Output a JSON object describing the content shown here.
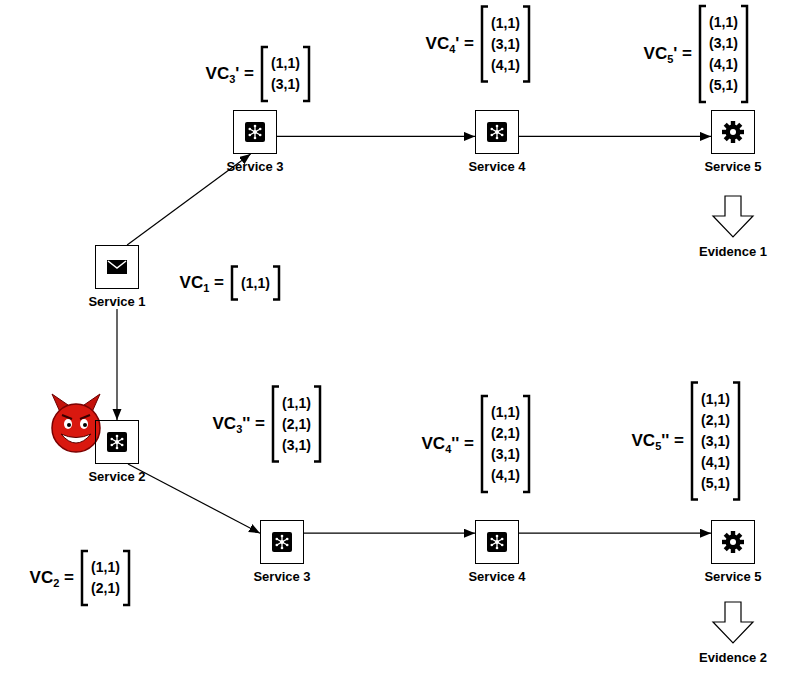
{
  "diagram": {
    "nodes": [
      {
        "text": [
          "Service 3"
        ]
      },
      {
        "text": [
          "Service 4"
        ]
      },
      {
        "text": [
          "Service 5"
        ]
      },
      {
        "text": [
          "Service 1"
        ]
      },
      {
        "text": [
          "Service 2"
        ]
      },
      {
        "text": [
          "Service 3"
        ]
      },
      {
        "text": [
          "Service 4"
        ]
      },
      {
        "text": [
          "Service 5"
        ]
      }
    ],
    "edges": [
      {
        "from": 3,
        "to": 0,
        "arrow": "to"
      },
      {
        "from": 0,
        "to": 1,
        "arrow": "to"
      },
      {
        "from": 1,
        "to": 2,
        "arrow": "to"
      },
      {
        "from": 3,
        "to": 4,
        "arrow": "to"
      },
      {
        "from": 4,
        "to": 5,
        "arrow": "to"
      },
      {
        "from": 5,
        "to": 6,
        "arrow": "to"
      },
      {
        "from": 6,
        "to": 7,
        "arrow": "to"
      }
    ],
    "labels": [
      "VC3' =",
      "(1,1)",
      "(3,1)",
      "VC4' =",
      "(1,1)",
      "(3,1)",
      "(4,1)",
      "VC5' =",
      "(1,1)",
      "(3,1)",
      "(4,1)",
      "(5,1)",
      "Evidence 1",
      "VC1 =",
      "(1,1)",
      "VC2 =",
      "(1,1)",
      "(2,1)",
      "VC3'' =",
      "(1,1)",
      "(2,1)",
      "(3,1)",
      "VC4'' =",
      "(1,1)",
      "(2,1)",
      "(3,1)",
      "(4,1)",
      "VC5'' =",
      "(1,1)",
      "(2,1)",
      "(3,1)",
      "(4,1)",
      "(5,1)",
      "Evidence 2"
    ]
  }
}
